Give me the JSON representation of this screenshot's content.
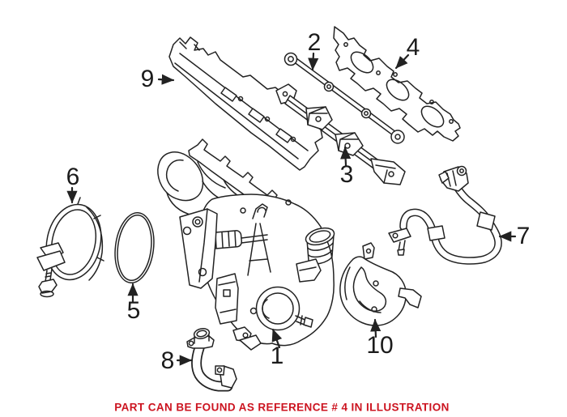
{
  "illustration": {
    "line_color": "#222222",
    "background_color": "#ffffff"
  },
  "callouts": [
    {
      "label": "1"
    },
    {
      "label": "2"
    },
    {
      "label": "3"
    },
    {
      "label": "4"
    },
    {
      "label": "5"
    },
    {
      "label": "6"
    },
    {
      "label": "7"
    },
    {
      "label": "8"
    },
    {
      "label": "9"
    },
    {
      "label": "10"
    }
  ],
  "footer": {
    "text": "PART CAN BE FOUND AS REFERENCE # 4 IN ILLUSTRATION",
    "color": "#cc1420"
  }
}
